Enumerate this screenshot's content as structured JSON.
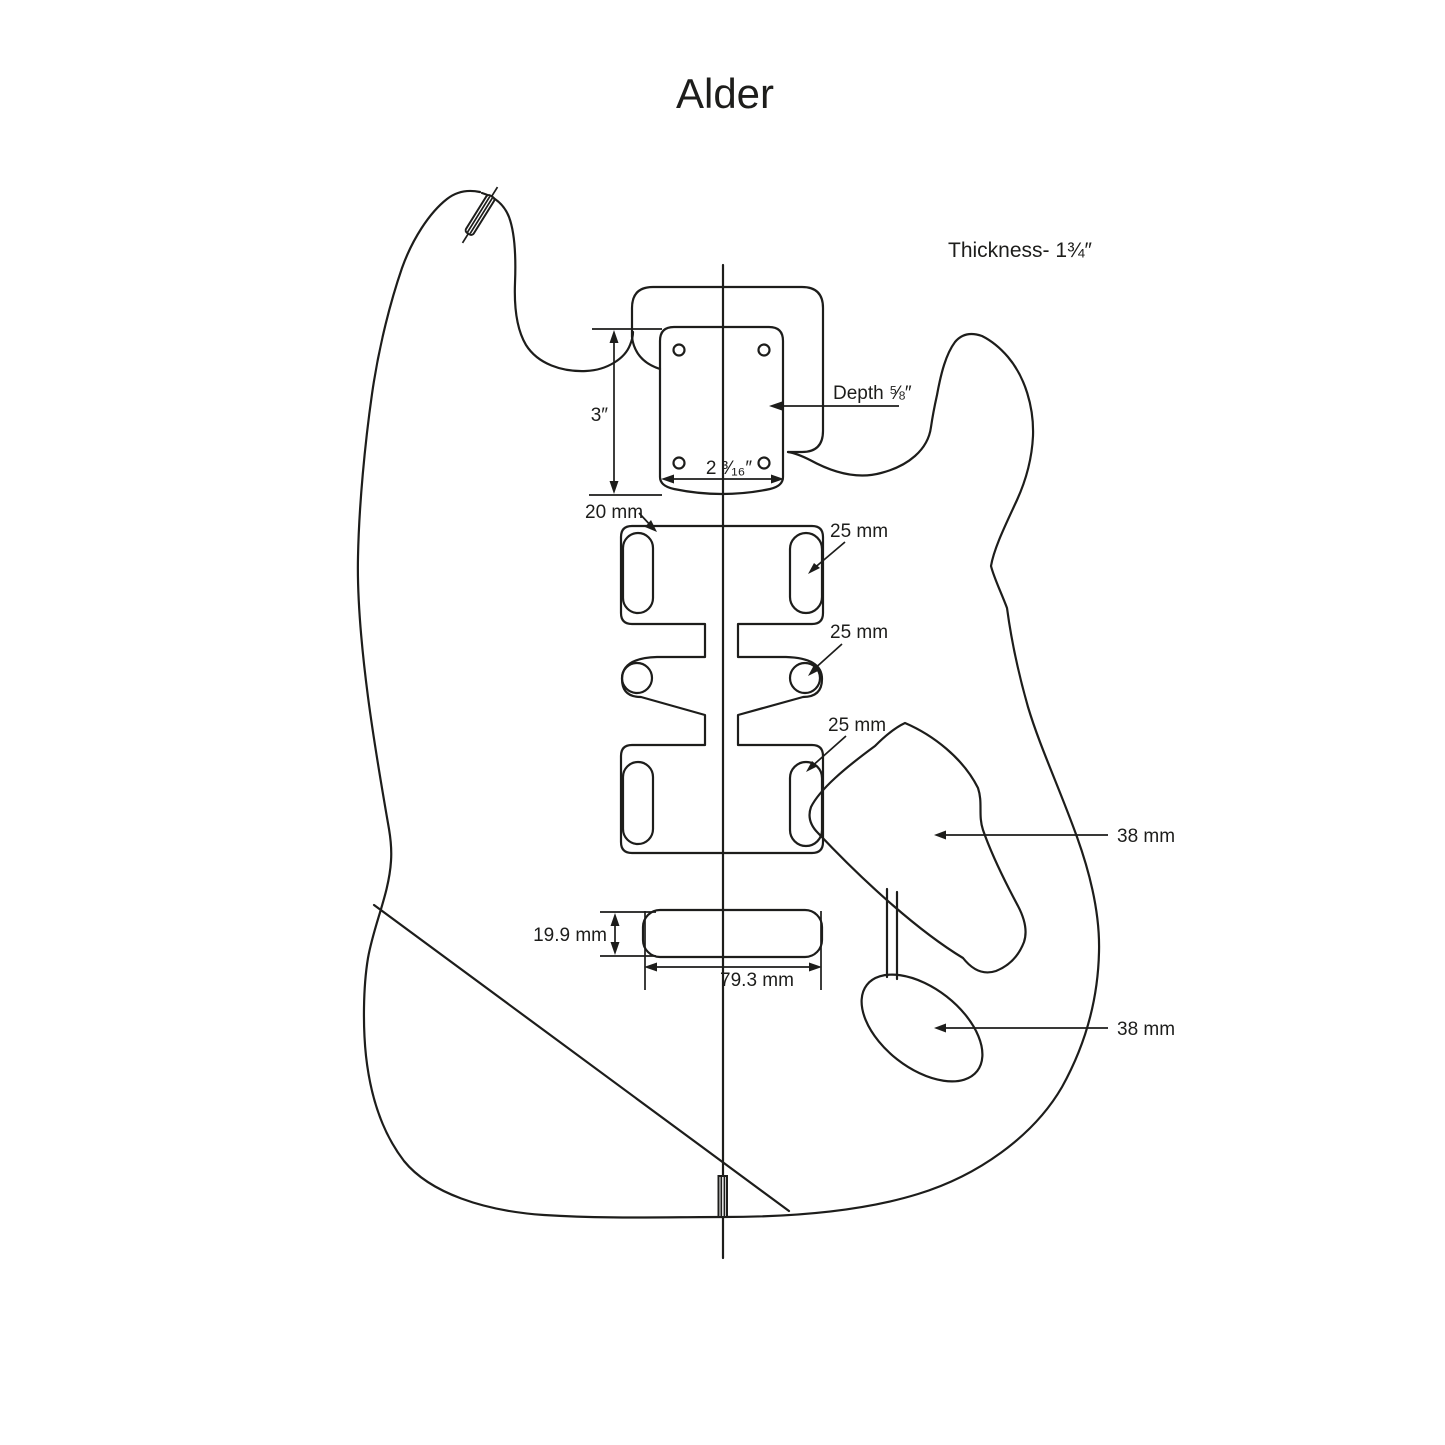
{
  "title": "Alder",
  "header": {
    "thickness_note": "Thickness- 1¾″"
  },
  "dimensions": {
    "neck_pocket_length": "3″",
    "neck_pocket_depth": "Depth ⅝″",
    "neck_pocket_width": "2 ³⁄₁₆″",
    "neck_pickup_slot_width": "20 mm",
    "neck_pickup_slot_height": "25 mm",
    "middle_pickup_hole_diameter": "25 mm",
    "bridge_pickup_slot_height": "25 mm",
    "tremolo_cavity_width": "38 mm",
    "jack_cavity_width": "38 mm",
    "bridge_route_height": "19.9 mm",
    "bridge_route_width": "79.3 mm"
  }
}
